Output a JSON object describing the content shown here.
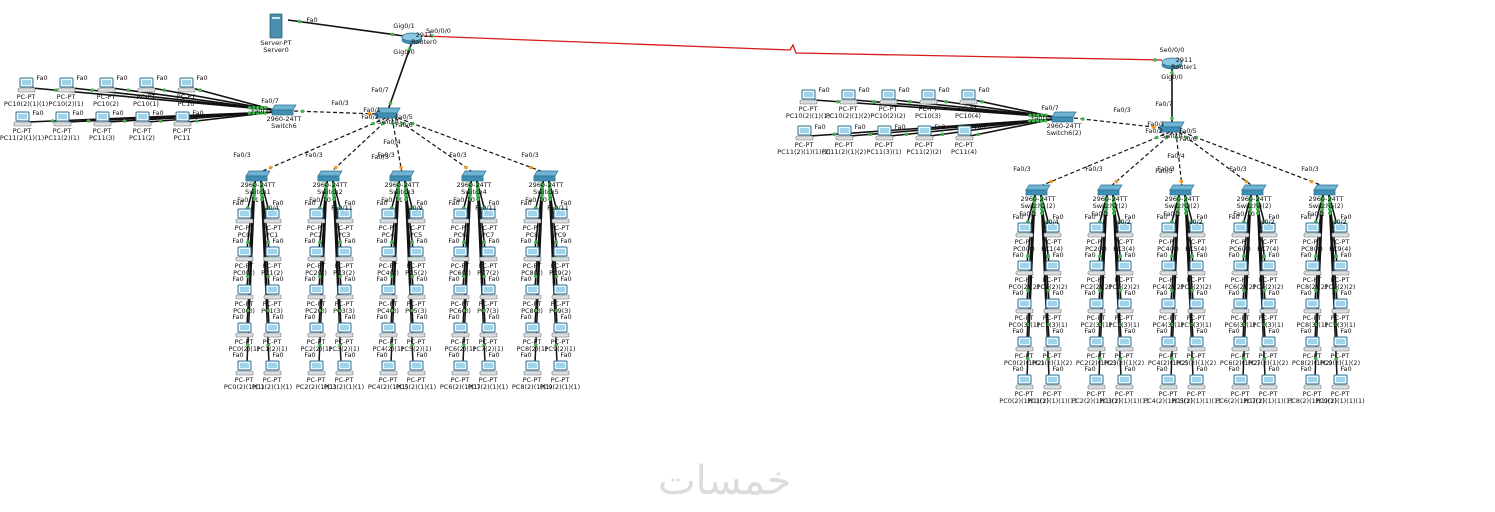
{
  "watermark": "خمسات",
  "colors": {
    "background": "#ffffff",
    "cable_copper": "#111111",
    "cable_serial": "#d51b1b",
    "port_up": "#3fb34f",
    "port_pending": "#f29a1c",
    "device_blue": "#3f8fb5",
    "device_dark": "#2c6f8f"
  },
  "left": {
    "server": {
      "name": "Server-PT",
      "label": "Server0",
      "port": "Fa0"
    },
    "router": {
      "model": "2911",
      "name": "Router0",
      "ports": [
        "Gig0/1",
        "Se0/0/0",
        "Gig0/0"
      ]
    },
    "core": {
      "name": "Switch",
      "ports": [
        "Fa0/7",
        "Fa0/1",
        "Fa0/2",
        "Fa0/5",
        "Fa0/6",
        "Fa0/4",
        "Fa0/3"
      ]
    },
    "lan": {
      "switch": {
        "model": "2960-24TT",
        "name": "Switch6",
        "ports": [
          "Fa0/11",
          "Fa0/7",
          "Fa0/3"
        ]
      },
      "pcs_top": [
        {
          "type": "PC-PT",
          "name": "PC10(2)(1)(1)",
          "port": "Fa0"
        },
        {
          "type": "PC-PT",
          "name": "PC10(2)(1)",
          "port": "Fa0"
        },
        {
          "type": "PC-PT",
          "name": "PC10(2)",
          "port": "Fa0"
        },
        {
          "type": "PC-PT",
          "name": "PC10(1)",
          "port": "Fa0"
        },
        {
          "type": "PC-PT",
          "name": "PC10",
          "port": "Fa0"
        }
      ],
      "pcs_bottom": [
        {
          "type": "PC-PT",
          "name": "PC11(2)(1)(1)",
          "port": "Fa0"
        },
        {
          "type": "PC-PT",
          "name": "PC11(2)(1)",
          "port": "Fa0"
        },
        {
          "type": "PC-PT",
          "name": "PC11(3)",
          "port": "Fa0"
        },
        {
          "type": "PC-PT",
          "name": "PC11(2)",
          "port": "Fa0"
        },
        {
          "type": "PC-PT",
          "name": "PC11",
          "port": "Fa0"
        }
      ]
    },
    "access": [
      {
        "model": "2960-24TT",
        "name": "Switch1",
        "uplink": "Fa0/3",
        "ports": [
          "Fa0/11",
          "Fa0/4"
        ],
        "pcs": [
          "PC0",
          "PC1",
          "PC0(2)",
          "PC1(2)",
          "PC0(3)",
          "PC1(3)",
          "PC0(2)(1)",
          "PC1(2)(1)",
          "PC0(2)(1)(1)",
          "PC1(2)(1)(1)"
        ]
      },
      {
        "model": "2960-24TT",
        "name": "Switch2",
        "uplink": "Fa0/3",
        "ports": [
          "Fa0/10",
          "Fa0/11"
        ],
        "pcs": [
          "PC2",
          "PC3",
          "PC2(2)",
          "PC3(2)",
          "PC2(3)",
          "PC3(3)",
          "PC2(2)(1)",
          "PC3(2)(1)",
          "PC2(2)(1)(1)",
          "PC3(2)(1)(1)"
        ]
      },
      {
        "model": "2960-24TT",
        "name": "Switch3",
        "uplink": "Fa0/3",
        "ports": [
          "Fa0/11",
          "Fa0/9"
        ],
        "pcs": [
          "PC4",
          "PC5",
          "PC4(2)",
          "PC5(2)",
          "PC4(3)",
          "PC5(3)",
          "PC4(2)(1)",
          "PC5(2)(1)",
          "PC4(2)(1)(1)",
          "PC5(2)(1)(1)"
        ]
      },
      {
        "model": "2960-24TT",
        "name": "Switch4",
        "uplink": "Fa0/3",
        "ports": [
          "Fa0/10",
          "Fa0/11"
        ],
        "pcs": [
          "PC6",
          "PC7",
          "PC6(2)",
          "PC7(2)",
          "PC6(3)",
          "PC7(3)",
          "PC6(2)(1)",
          "PC7(2)(1)",
          "PC6(2)(1)(1)",
          "PC7(2)(1)(1)"
        ]
      },
      {
        "model": "2960-24TT",
        "name": "Switch5",
        "uplink": "Fa0/3",
        "ports": [
          "Fa0/10",
          "Fa0/11"
        ],
        "pcs": [
          "PC8",
          "PC9",
          "PC8(2)",
          "PC9(2)",
          "PC8(3)",
          "PC9(3)",
          "PC8(2)(1)",
          "PC9(2)(1)",
          "PC8(2)(1)(1)",
          "PC9(2)(1)(1)"
        ]
      }
    ]
  },
  "right": {
    "router": {
      "model": "2911",
      "name": "Router1",
      "ports": [
        "Se0/0/0",
        "Gig0/0"
      ]
    },
    "core": {
      "name": "Switch",
      "ports": [
        "Fa0/7",
        "Fa0/1",
        "Fa0/2",
        "Fa0/5",
        "Fa0/6",
        "Fa0/4",
        "Fa0/3"
      ]
    },
    "lan": {
      "switch": {
        "model": "2960-24TT",
        "name": "Switch6(2)",
        "ports": [
          "Fa0/11",
          "Fa0/7",
          "Fa0/3"
        ]
      },
      "pcs_top": [
        {
          "type": "PC-PT",
          "name": "PC10(2)(1)(1)",
          "port": "Fa0"
        },
        {
          "type": "PC-PT",
          "name": "PC10(2)(1)(2)",
          "port": "Fa0"
        },
        {
          "type": "PC-PT",
          "name": "PC10(2)(2)",
          "port": "Fa0"
        },
        {
          "type": "PC-PT",
          "name": "PC10(3)",
          "port": "Fa0"
        },
        {
          "type": "PC-PT",
          "name": "PC10(4)",
          "port": "Fa0"
        }
      ],
      "pcs_bottom": [
        {
          "type": "PC-PT",
          "name": "PC11(2)(1)(1)(2)",
          "port": "Fa0"
        },
        {
          "type": "PC-PT",
          "name": "PC11(2)(1)(2)",
          "port": "Fa0"
        },
        {
          "type": "PC-PT",
          "name": "PC11(3)(1)",
          "port": "Fa0"
        },
        {
          "type": "PC-PT",
          "name": "PC11(2)(2)",
          "port": "Fa0"
        },
        {
          "type": "PC-PT",
          "name": "PC11(4)",
          "port": "Fa0"
        }
      ]
    },
    "access": [
      {
        "model": "2960-24TT",
        "name": "Switch1(2)",
        "uplink": "Fa0/3",
        "ports": [
          "Fa0/1",
          "Fa0/4"
        ],
        "pcs": [
          "PC0(4)",
          "PC1(4)",
          "PC0(2)(2)",
          "PC1(2)(2)",
          "PC0(3)(1)",
          "PC1(3)(1)",
          "PC0(2)(1)(2)",
          "PC1(2)(1)(2)",
          "PC0(2)(1)(1)(1)",
          "PC1(2)(1)(1)(1)"
        ]
      },
      {
        "model": "2960-24TT",
        "name": "Switch2(2)",
        "uplink": "Fa0/3",
        "ports": [
          "Fa0/1",
          "Fa0/2"
        ],
        "pcs": [
          "PC2(4)",
          "PC3(4)",
          "PC2(2)(2)",
          "PC3(2)(2)",
          "PC2(3)(1)",
          "PC3(3)(1)",
          "PC2(2)(1)(2)",
          "PC3(2)(1)(2)",
          "PC2(2)(1)(1)(1)",
          "PC3(2)(1)(1)(1)"
        ]
      },
      {
        "model": "2960-24TT",
        "name": "Switch3(2)",
        "uplink": "Fa0/3",
        "ports": [
          "Fa0/1",
          "Fa0/2"
        ],
        "pcs": [
          "PC4(4)",
          "PC5(4)",
          "PC4(2)(2)",
          "PC5(2)(2)",
          "PC4(3)(1)",
          "PC5(3)(1)",
          "PC4(2)(1)(2)",
          "PC5(2)(1)(2)",
          "PC4(2)(1)(1)(1)",
          "PC5(2)(1)(1)(1)"
        ]
      },
      {
        "model": "2960-24TT",
        "name": "Switch4(2)",
        "uplink": "Fa0/3",
        "ports": [
          "Fa0/10",
          "Fa0/2"
        ],
        "pcs": [
          "PC6(4)",
          "PC7(4)",
          "PC6(2)(2)",
          "PC7(2)(2)",
          "PC6(3)(1)",
          "PC7(3)(1)",
          "PC6(2)(1)(2)",
          "PC7(2)(1)(2)",
          "PC6(2)(1)(1)(1)",
          "PC7(2)(1)(1)(1)"
        ]
      },
      {
        "model": "2960-24TT",
        "name": "Switch5(2)",
        "uplink": "Fa0/3",
        "ports": [
          "Fa0/1",
          "Fa0/2"
        ],
        "pcs": [
          "PC8(4)",
          "PC9(4)",
          "PC8(2)(2)",
          "PC9(2)(2)",
          "PC8(3)(1)",
          "PC9(3)(1)",
          "PC8(2)(1)(2)",
          "PC9(2)(1)(2)",
          "PC8(2)(1)(1)(1)",
          "PC9(2)(1)(1)(1)"
        ]
      }
    ]
  }
}
